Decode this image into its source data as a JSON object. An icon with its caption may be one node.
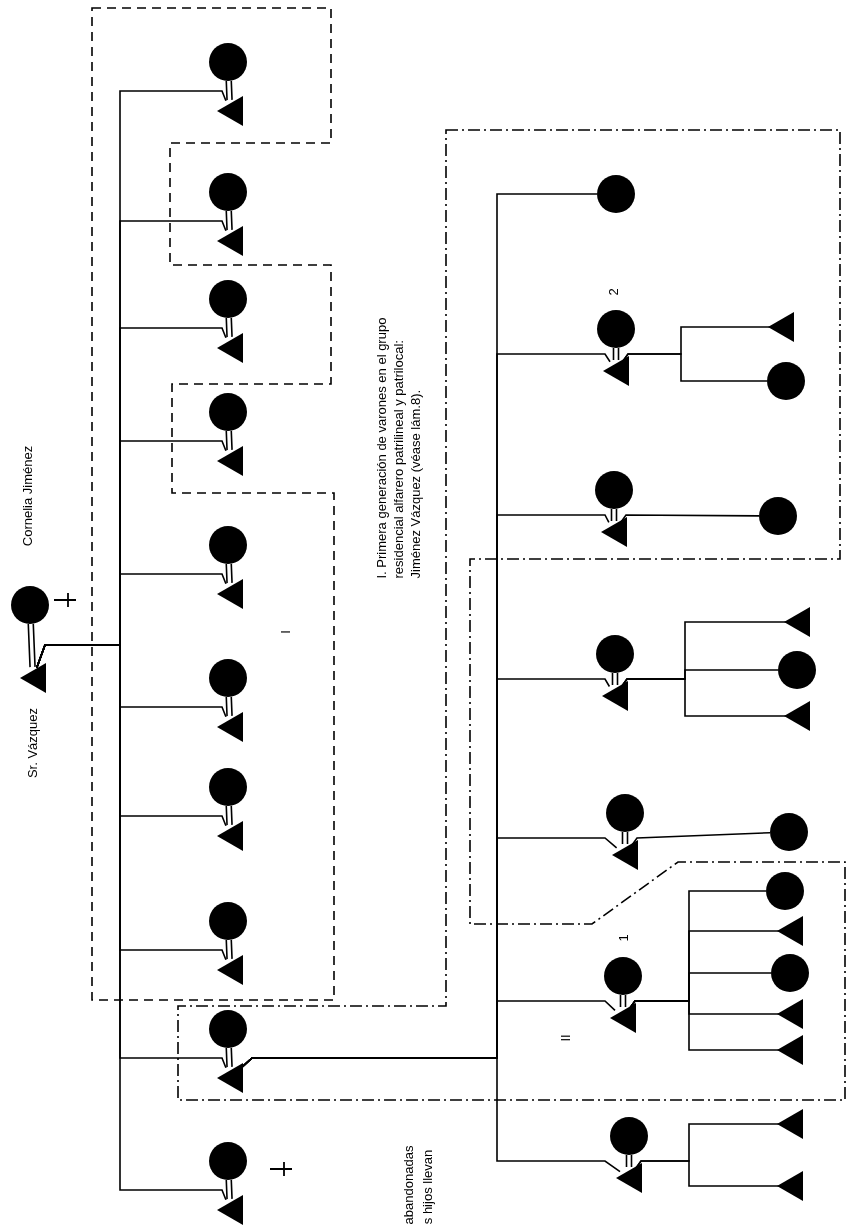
{
  "diagram": {
    "nodes": [
      {
        "text": [
          "I"
        ],
        "beside": [
          "I. Primera generación de varones en el grupo residencial alfarero patrilineal y patrilocal: Jiménez Vázquez (véase lám.8)."
        ]
      },
      {
        "text": [
          "II"
        ]
      },
      {
        "text": [],
        "shape": "triangle",
        "beside": [
          "Sr. Vázquez"
        ]
      },
      {
        "text": [],
        "shape": "circle",
        "beside": [
          "Cornelia Jiménez"
        ]
      },
      {
        "text": [],
        "shape": "triangle",
        "in": 0
      },
      {
        "text": [],
        "shape": "circle",
        "in": 0
      },
      {
        "text": [],
        "shape": "triangle"
      },
      {
        "text": [],
        "shape": "circle"
      },
      {
        "text": [],
        "shape": "triangle",
        "in": 0
      },
      {
        "text": [],
        "shape": "circle",
        "in": 0
      },
      {
        "text": [],
        "shape": "triangle"
      },
      {
        "text": [],
        "shape": "circle"
      },
      {
        "text": [],
        "shape": "triangle",
        "in": 0
      },
      {
        "text": [],
        "shape": "circle",
        "in": 0
      },
      {
        "text": [],
        "shape": "triangle",
        "in": 0
      },
      {
        "text": [],
        "shape": "circle",
        "in": 0
      },
      {
        "text": [],
        "shape": "triangle",
        "in": 0
      },
      {
        "text": [],
        "shape": "circle",
        "in": 0
      },
      {
        "text": [],
        "shape": "triangle",
        "in": 0
      },
      {
        "text": [],
        "shape": "circle",
        "in": 0
      },
      {
        "text": [],
        "shape": "triangle",
        "in": 1
      },
      {
        "text": [],
        "shape": "circle",
        "in": 1
      },
      {
        "text": [],
        "shape": "triangle"
      },
      {
        "text": [],
        "shape": "circle"
      },
      {
        "text": [],
        "shape": "circle",
        "in": 1
      },
      {
        "text": [],
        "shape": "triangle",
        "in": 1
      },
      {
        "text": [],
        "shape": "circle",
        "in": 1
      },
      {
        "text": [],
        "shape": "triangle",
        "in": 1
      },
      {
        "text": [],
        "shape": "circle",
        "in": 1
      },
      {
        "text": [],
        "shape": "triangle"
      },
      {
        "text": [],
        "shape": "circle"
      },
      {
        "text": [],
        "shape": "triangle"
      },
      {
        "text": [],
        "shape": "circle"
      },
      {
        "text": [],
        "shape": "triangle",
        "in": 1
      },
      {
        "text": [],
        "shape": "circle",
        "in": 1
      },
      {
        "text": [],
        "shape": "triangle"
      },
      {
        "text": [],
        "shape": "circle"
      },
      {
        "text": [],
        "shape": "triangle",
        "in": 1
      },
      {
        "text": [],
        "shape": "circle",
        "in": 1
      },
      {
        "text": [],
        "shape": "circle",
        "in": 1
      },
      {
        "text": [],
        "shape": "triangle"
      },
      {
        "text": [],
        "shape": "circle"
      },
      {
        "text": [],
        "shape": "triangle"
      },
      {
        "text": [],
        "shape": "circle"
      },
      {
        "text": [],
        "shape": "circle",
        "in": 1
      },
      {
        "text": [],
        "shape": "triangle",
        "in": 1
      },
      {
        "text": [],
        "shape": "circle",
        "in": 1
      },
      {
        "text": [],
        "shape": "triangle",
        "in": 1
      },
      {
        "text": [],
        "shape": "triangle",
        "in": 1
      },
      {
        "text": [],
        "shape": "triangle"
      },
      {
        "text": [],
        "shape": "triangle"
      }
    ],
    "edges": [
      {
        "from": 2,
        "to": 3,
        "arrow": "none"
      },
      {
        "from": 4,
        "to": 5,
        "arrow": "none"
      },
      {
        "from": 6,
        "to": 7,
        "arrow": "none"
      },
      {
        "from": 8,
        "to": 9,
        "arrow": "none"
      },
      {
        "from": 10,
        "to": 11,
        "arrow": "none"
      },
      {
        "from": 12,
        "to": 13,
        "arrow": "none"
      },
      {
        "from": 14,
        "to": 15,
        "arrow": "none"
      },
      {
        "from": 16,
        "to": 17,
        "arrow": "none"
      },
      {
        "from": 18,
        "to": 19,
        "arrow": "none"
      },
      {
        "from": 20,
        "to": 21,
        "arrow": "none"
      },
      {
        "from": 22,
        "to": 23,
        "arrow": "none"
      },
      {
        "from": 25,
        "to": 26,
        "arrow": "none"
      },
      {
        "from": 27,
        "to": 28,
        "arrow": "none"
      },
      {
        "from": 29,
        "to": 30,
        "arrow": "none"
      },
      {
        "from": 31,
        "to": 32,
        "arrow": "none"
      },
      {
        "from": 33,
        "to": 34,
        "arrow": "none"
      },
      {
        "from": 35,
        "to": 36,
        "arrow": "none"
      },
      {
        "from": 2,
        "to": 4,
        "arrow": "none"
      },
      {
        "from": 2,
        "to": 6,
        "arrow": "none"
      },
      {
        "from": 2,
        "to": 8,
        "arrow": "none"
      },
      {
        "from": 2,
        "to": 10,
        "arrow": "none"
      },
      {
        "from": 2,
        "to": 12,
        "arrow": "none"
      },
      {
        "from": 2,
        "to": 14,
        "arrow": "none"
      },
      {
        "from": 2,
        "to": 16,
        "arrow": "none"
      },
      {
        "from": 2,
        "to": 18,
        "arrow": "none"
      },
      {
        "from": 2,
        "to": 20,
        "arrow": "none"
      },
      {
        "from": 2,
        "to": 22,
        "arrow": "none"
      },
      {
        "from": 20,
        "to": 24,
        "arrow": "none"
      },
      {
        "from": 20,
        "to": 25,
        "arrow": "none"
      },
      {
        "from": 20,
        "to": 27,
        "arrow": "none"
      },
      {
        "from": 20,
        "to": 29,
        "arrow": "none"
      },
      {
        "from": 20,
        "to": 31,
        "arrow": "none"
      },
      {
        "from": 20,
        "to": 33,
        "arrow": "none"
      },
      {
        "from": 20,
        "to": 35,
        "arrow": "none"
      },
      {
        "from": 25,
        "to": 37,
        "arrow": "none"
      },
      {
        "from": 25,
        "to": 38,
        "arrow": "none"
      },
      {
        "from": 27,
        "to": 39,
        "arrow": "none"
      },
      {
        "from": 29,
        "to": 40,
        "arrow": "none"
      },
      {
        "from": 29,
        "to": 41,
        "arrow": "none"
      },
      {
        "from": 29,
        "to": 42,
        "arrow": "none"
      },
      {
        "from": 31,
        "to": 43,
        "arrow": "none"
      },
      {
        "from": 33,
        "to": 44,
        "arrow": "none"
      },
      {
        "from": 33,
        "to": 45,
        "arrow": "none"
      },
      {
        "from": 33,
        "to": 46,
        "arrow": "none"
      },
      {
        "from": 33,
        "to": 47,
        "arrow": "none"
      },
      {
        "from": 33,
        "to": 48,
        "arrow": "none"
      },
      {
        "from": 35,
        "to": 49,
        "arrow": "none"
      },
      {
        "from": 35,
        "to": 50,
        "arrow": "none"
      }
    ],
    "labels": [
      "2",
      "1",
      "abandonadas",
      "s hijos llevan"
    ]
  }
}
